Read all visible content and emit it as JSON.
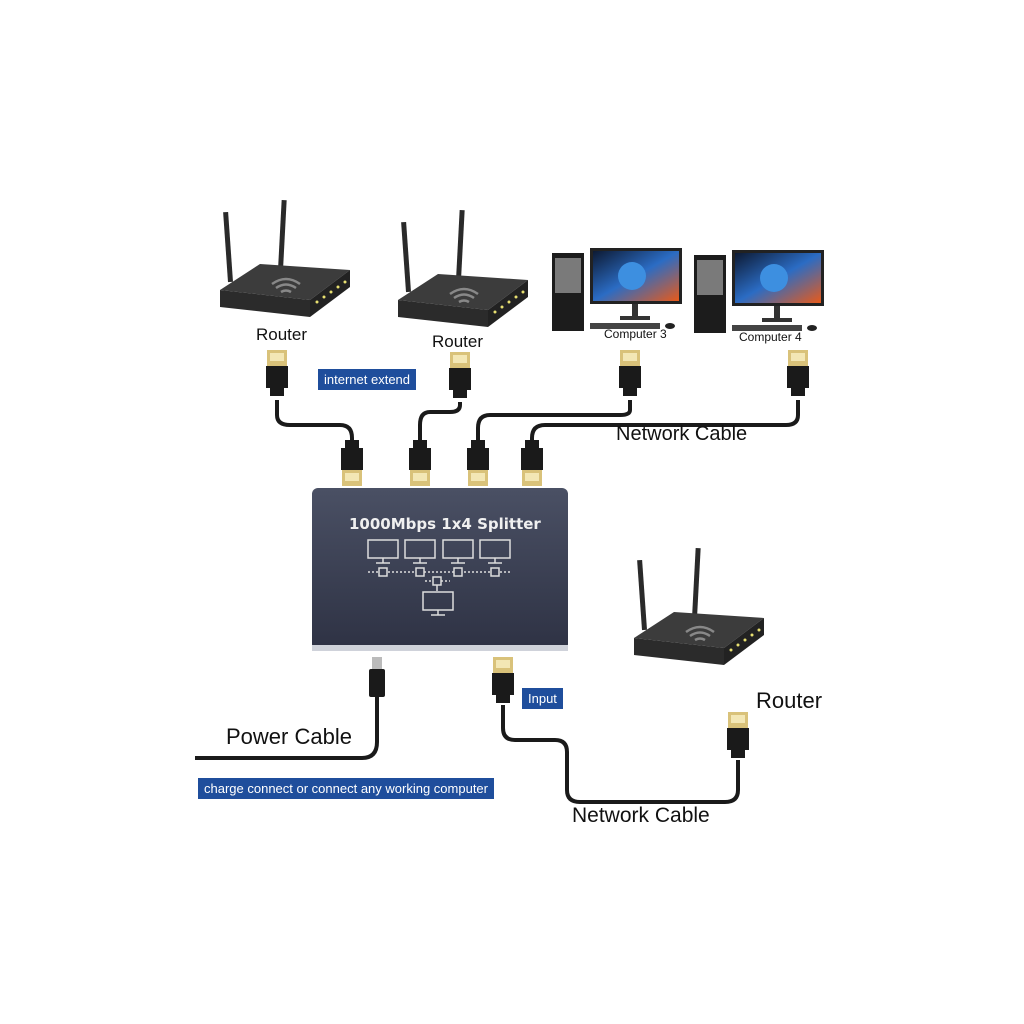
{
  "device": {
    "title": "1000Mbps 1x4 Splitter"
  },
  "labels": {
    "router_1": "Router",
    "router_2": "Router",
    "computer_3": "Computer 3",
    "computer_4": "Computer 4",
    "router_input": "Router",
    "network_cable_top": "Network Cable",
    "network_cable_bottom": "Network Cable",
    "power_cable": "Power Cable"
  },
  "tags": {
    "internet_extend": "internet extend",
    "input": "Input",
    "charge_note": "charge connect or connect any working computer"
  },
  "colors": {
    "tag_bg": "#1f4e9c",
    "device_body": "#3a3f52",
    "cable": "#1a1a1a"
  }
}
